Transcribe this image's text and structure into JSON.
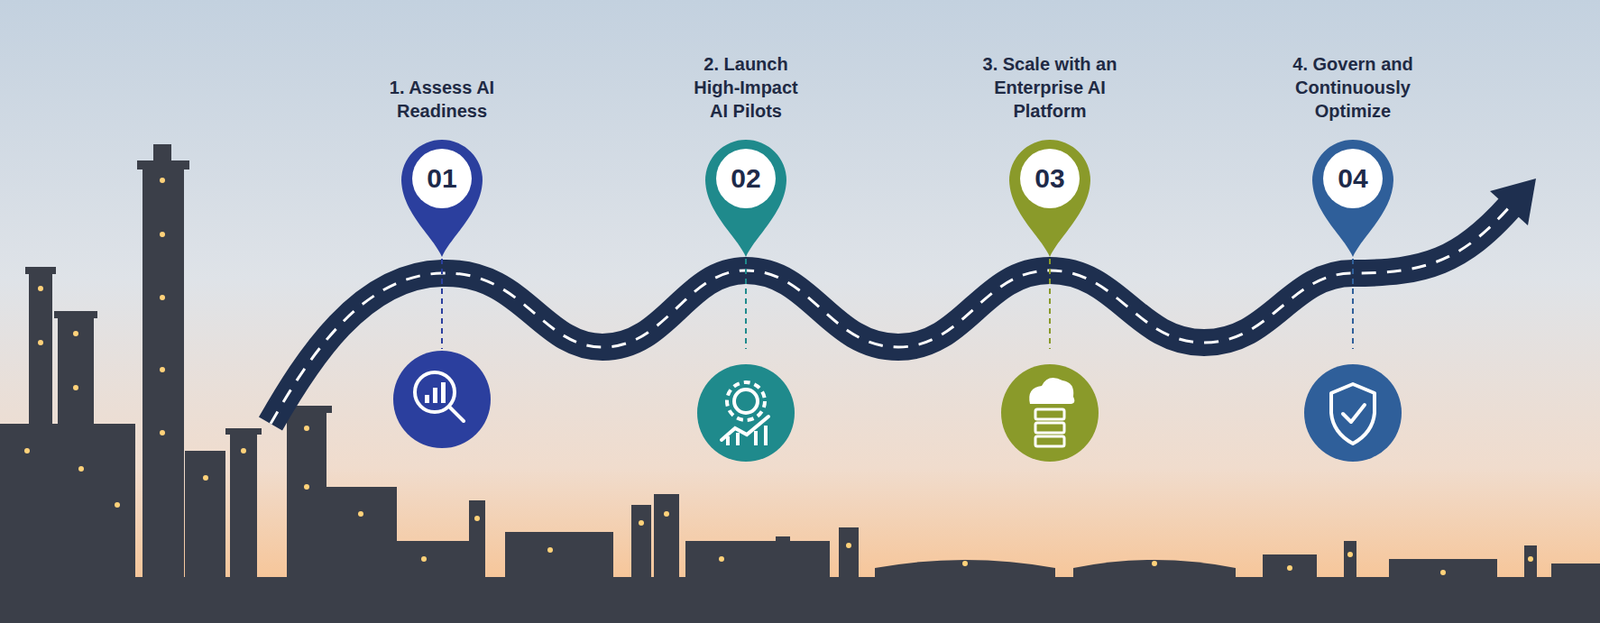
{
  "diagram": {
    "nodes": [
      {
        "text": [
          "1. Assess AI Readiness",
          "01"
        ]
      },
      {
        "text": [
          "2. Launch High-Impact AI Pilots",
          "02"
        ]
      },
      {
        "text": [
          "3. Scale with an Enterprise AI Platform",
          "03"
        ]
      },
      {
        "text": [
          "4. Govern and Continuously Optimize",
          "04"
        ]
      }
    ]
  }
}
